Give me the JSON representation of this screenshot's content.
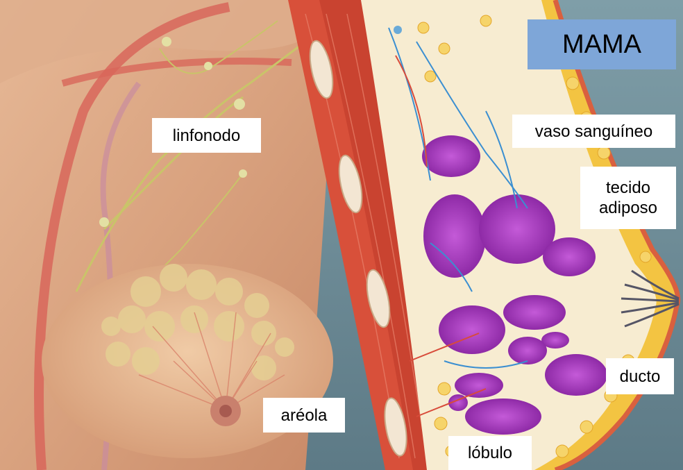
{
  "title": "MAMA",
  "labels": {
    "linfonodo": "linfonodo",
    "vaso_sanguineo": "vaso sanguíneo",
    "tecido_adiposo": "tecido\nadiposo",
    "ducto": "ducto",
    "areola": "aréola",
    "lobulo": "lóbulo"
  },
  "colors": {
    "skin": "#d9a27f",
    "muscle": "#d8503a",
    "fat": "#f2c23a",
    "lobule": "#a13ab8",
    "vessel": "#3b8fd1",
    "background_right": "#6f8f9a",
    "title_box": "#7ea6d8"
  }
}
